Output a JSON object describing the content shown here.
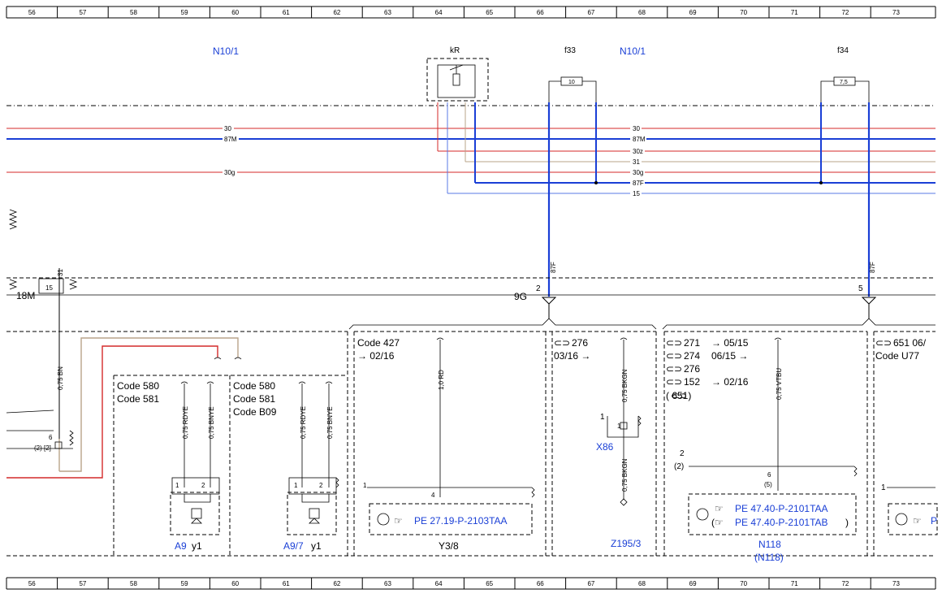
{
  "ruler": [
    "56",
    "57",
    "58",
    "59",
    "60",
    "61",
    "62",
    "63",
    "64",
    "65",
    "66",
    "67",
    "68",
    "69",
    "70",
    "71",
    "72",
    "73"
  ],
  "components": {
    "n10_left": "N10/1",
    "n10_right": "N10/1",
    "kr": "kR",
    "f33": "f33",
    "f33_value": "10",
    "f34": "f34",
    "f34_value": "7,5",
    "m18": "18M",
    "g9": "9G",
    "a9": "A9",
    "a9_y": "y1",
    "a97": "A9/7",
    "a97_y": "y1",
    "y38": "Y3/8",
    "x86": "X86",
    "z195": "Z195/3",
    "n118": "N118",
    "n118_alt": "(N118)"
  },
  "bus_labels": [
    "30",
    "87M",
    "30z",
    "31",
    "30g",
    "87F",
    "15"
  ],
  "left_bus_labels": [
    "30",
    "87M",
    "30g"
  ],
  "pins": {
    "p31": "31",
    "p15": "15",
    "p2": "2",
    "p5": "5",
    "p87f_a": "87F",
    "p87f_b": "87F",
    "p6": "6",
    "p6_sub": "(2) [2]",
    "a9_1": "1",
    "a9_2": "2",
    "a97_1": "1",
    "a97_2": "2",
    "y38_1": "1",
    "y38_4": "4",
    "x86_1": "1",
    "x86_1b": "1",
    "n118_2": "2",
    "n118_2b": "(2)",
    "n118_6": "6",
    "n118_5": "(5)",
    "right_1": "1"
  },
  "wires": {
    "bn": "0,75 BN",
    "rdye1": "0,75 RDYE",
    "bnye1": "0,75 BNYE",
    "rdye2": "0,75 RDYE",
    "bnye2": "0,75 BNYE",
    "rd": "1,0 RD",
    "bkgn1": "0,75 BKGN",
    "bkgn2": "0,75 BKGN",
    "vtbu": "0,75 VTBU"
  },
  "codes": {
    "c580a": "Code 580",
    "c581a": "Code 581",
    "c580b": "Code 580",
    "c581b": "Code 581",
    "cb09": "Code B09",
    "c427": "Code 427",
    "c427_d": "→ 02/16",
    "c276": "276",
    "c276_d": "03/16  →",
    "n271": "271",
    "n271_d": "→ 05/15",
    "n274": "274",
    "n274_d": "06/15  →",
    "n276": "276",
    "n152": "152",
    "n152_d": "→ 02/16",
    "n651": "(     651)",
    "r651": "651  06/",
    "ru77": "Code U77"
  },
  "refs": {
    "y38_ref": "PE 27.19-P-2103TAA",
    "n118_ref1": "PE 47.40-P-2101TAA",
    "n118_ref2": "PE 47.40-P-2101TAB",
    "right_ref": "P"
  },
  "colors": {
    "red": "#d42a2a",
    "blue": "#1a3fd6",
    "lightblue": "#5a78e6",
    "tan": "#b9a48a",
    "link": "#1a3fd6"
  }
}
